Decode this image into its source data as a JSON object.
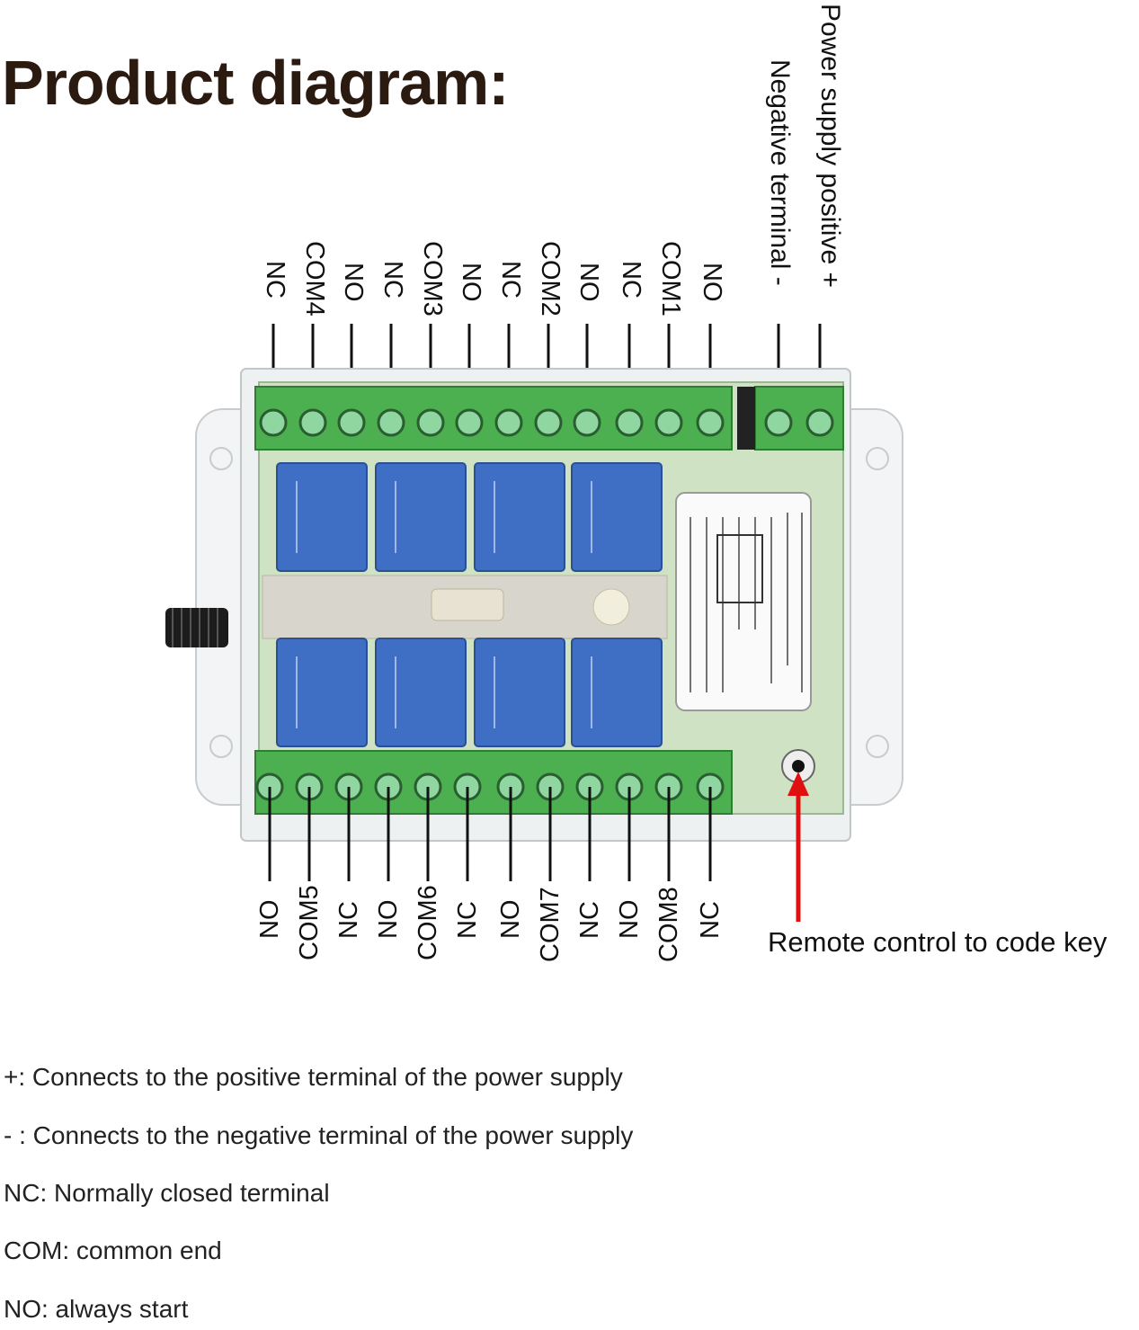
{
  "title": "Product diagram:",
  "top_terminals": [
    "NC",
    "COM4",
    "NO",
    "NC",
    "COM3",
    "NO",
    "NC",
    "COM2",
    "NO",
    "NC",
    "COM1",
    "NO"
  ],
  "bottom_terminals": [
    "NO",
    "COM5",
    "NC",
    "NO",
    "COM6",
    "NC",
    "NO",
    "COM7",
    "NC",
    "NO",
    "COM8",
    "NC"
  ],
  "power_labels": {
    "negative": "Negative terminal -",
    "positive": "Power supply positive +"
  },
  "remote_label": "Remote control to code key",
  "legend": [
    "+: Connects to the positive terminal of the power supply",
    "- : Connects to the negative terminal of the power supply",
    "NC: Normally closed terminal",
    "COM: common end",
    "NO: always start"
  ],
  "colors": {
    "terminal_green": "#4caf50",
    "relay_blue": "#3f6fc4",
    "arrow_red": "#e01010"
  }
}
